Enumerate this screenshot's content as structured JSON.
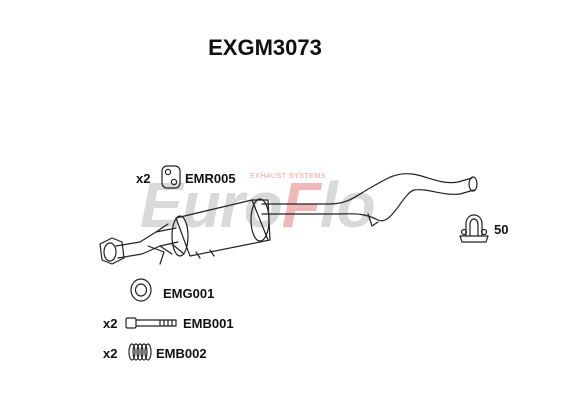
{
  "title": "EXGM3073",
  "watermark": {
    "brand_prefix": "Euro",
    "brand_highlight": "F",
    "brand_suffix": "lo",
    "tagline": "EXHAUST SYSTEMS"
  },
  "parts": {
    "rubber_mount": {
      "qty": "x2",
      "code": "EMR005"
    },
    "clamp": {
      "code": "50"
    },
    "gasket": {
      "code": "EMG001"
    },
    "bolt": {
      "qty": "x2",
      "code": "EMB001"
    },
    "spring": {
      "qty": "x2",
      "code": "EMB002"
    }
  },
  "colors": {
    "line": "#222222",
    "watermark_gray": "#d9d9d9",
    "watermark_red": "#f0b8b8"
  }
}
